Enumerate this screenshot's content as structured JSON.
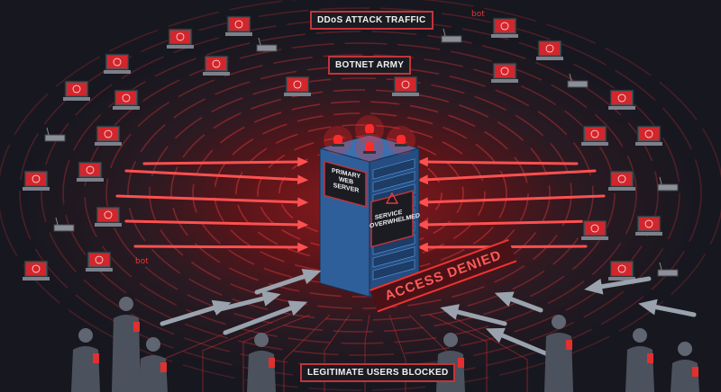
{
  "labels": {
    "top": "DDoS ATTACK TRAFFIC",
    "botnet": "BOTNET ARMY",
    "server": "PRIMARY WEB SERVER",
    "overwhelmed": "SERVICE OVERWHELMED",
    "denied": "ACCESS DENIED",
    "users": "LEGITIMATE USERS BLOCKED",
    "bot_tags": [
      "bot",
      "bot"
    ]
  },
  "icons": [
    "warning-icon",
    "alarm-light-icon",
    "bot-laptop-icon",
    "bot-monitor-icon",
    "router-icon",
    "server-tower-icon",
    "user-icon",
    "phone-icon",
    "arrow-icon"
  ],
  "colors": {
    "accent": "#e0383c",
    "background": "#17171f",
    "server": "#2f5f9a",
    "legit_arrow": "#9aa3ad"
  }
}
